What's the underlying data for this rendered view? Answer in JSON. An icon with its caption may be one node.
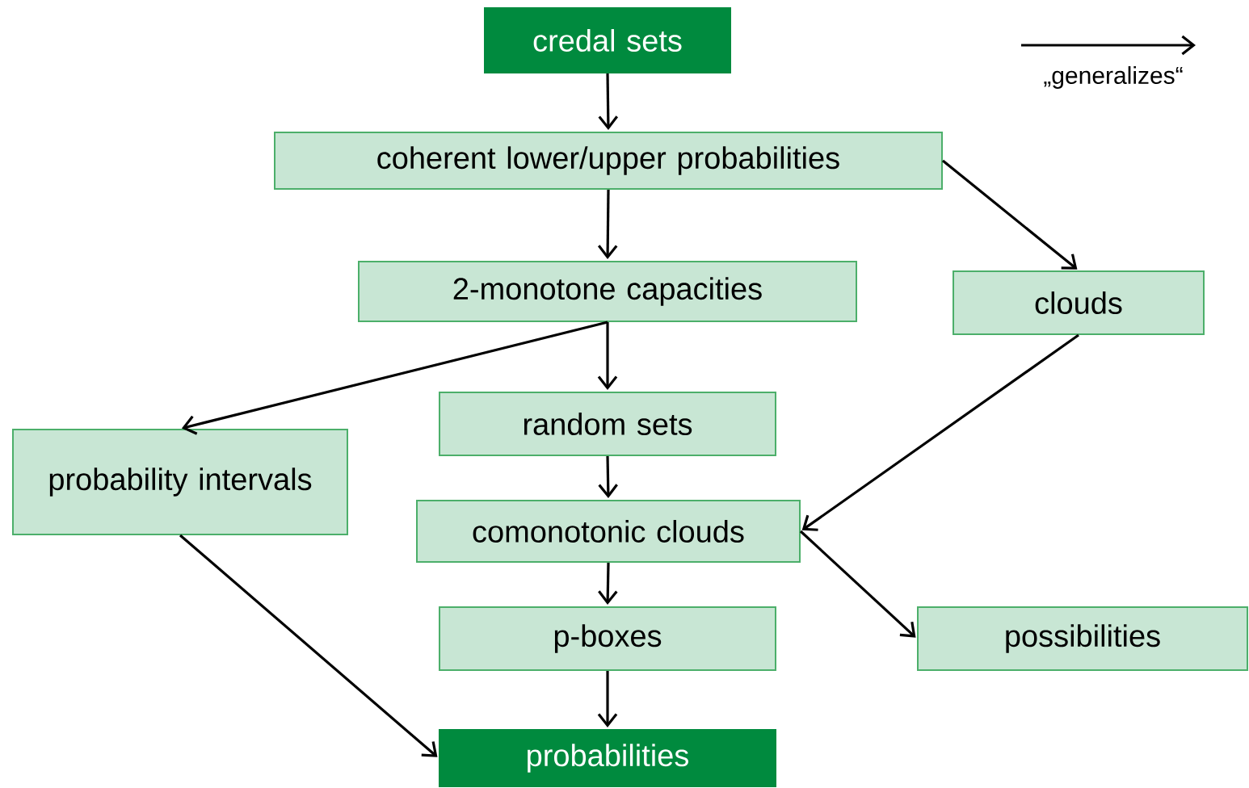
{
  "diagram": {
    "nodes": [
      {
        "text": [
          "credal sets"
        ]
      },
      {
        "text": [
          "coherent lower/upper probabilities"
        ]
      },
      {
        "text": [
          "2-monotone capacities"
        ]
      },
      {
        "text": [
          "clouds"
        ]
      },
      {
        "text": [
          "probability intervals"
        ]
      },
      {
        "text": [
          "random sets"
        ]
      },
      {
        "text": [
          "comonotonic clouds"
        ]
      },
      {
        "text": [
          "p-boxes"
        ]
      },
      {
        "text": [
          "possibilities"
        ]
      },
      {
        "text": [
          "probabilities"
        ]
      }
    ],
    "edges": [
      {
        "from": 0,
        "to": 1,
        "arrow": "to"
      },
      {
        "from": 1,
        "to": 2,
        "arrow": "to"
      },
      {
        "from": 1,
        "to": 3,
        "arrow": "to"
      },
      {
        "from": 2,
        "to": 4,
        "arrow": "to"
      },
      {
        "from": 2,
        "to": 5,
        "arrow": "to"
      },
      {
        "from": 3,
        "to": 6,
        "arrow": "to"
      },
      {
        "from": 5,
        "to": 6,
        "arrow": "to"
      },
      {
        "from": 6,
        "to": 7,
        "arrow": "to"
      },
      {
        "from": 6,
        "to": 8,
        "arrow": "to"
      },
      {
        "from": 7,
        "to": 9,
        "arrow": "to"
      },
      {
        "from": 4,
        "to": 9,
        "arrow": "to"
      }
    ],
    "legend": [
      {
        "text": "„generalizes“"
      }
    ]
  }
}
